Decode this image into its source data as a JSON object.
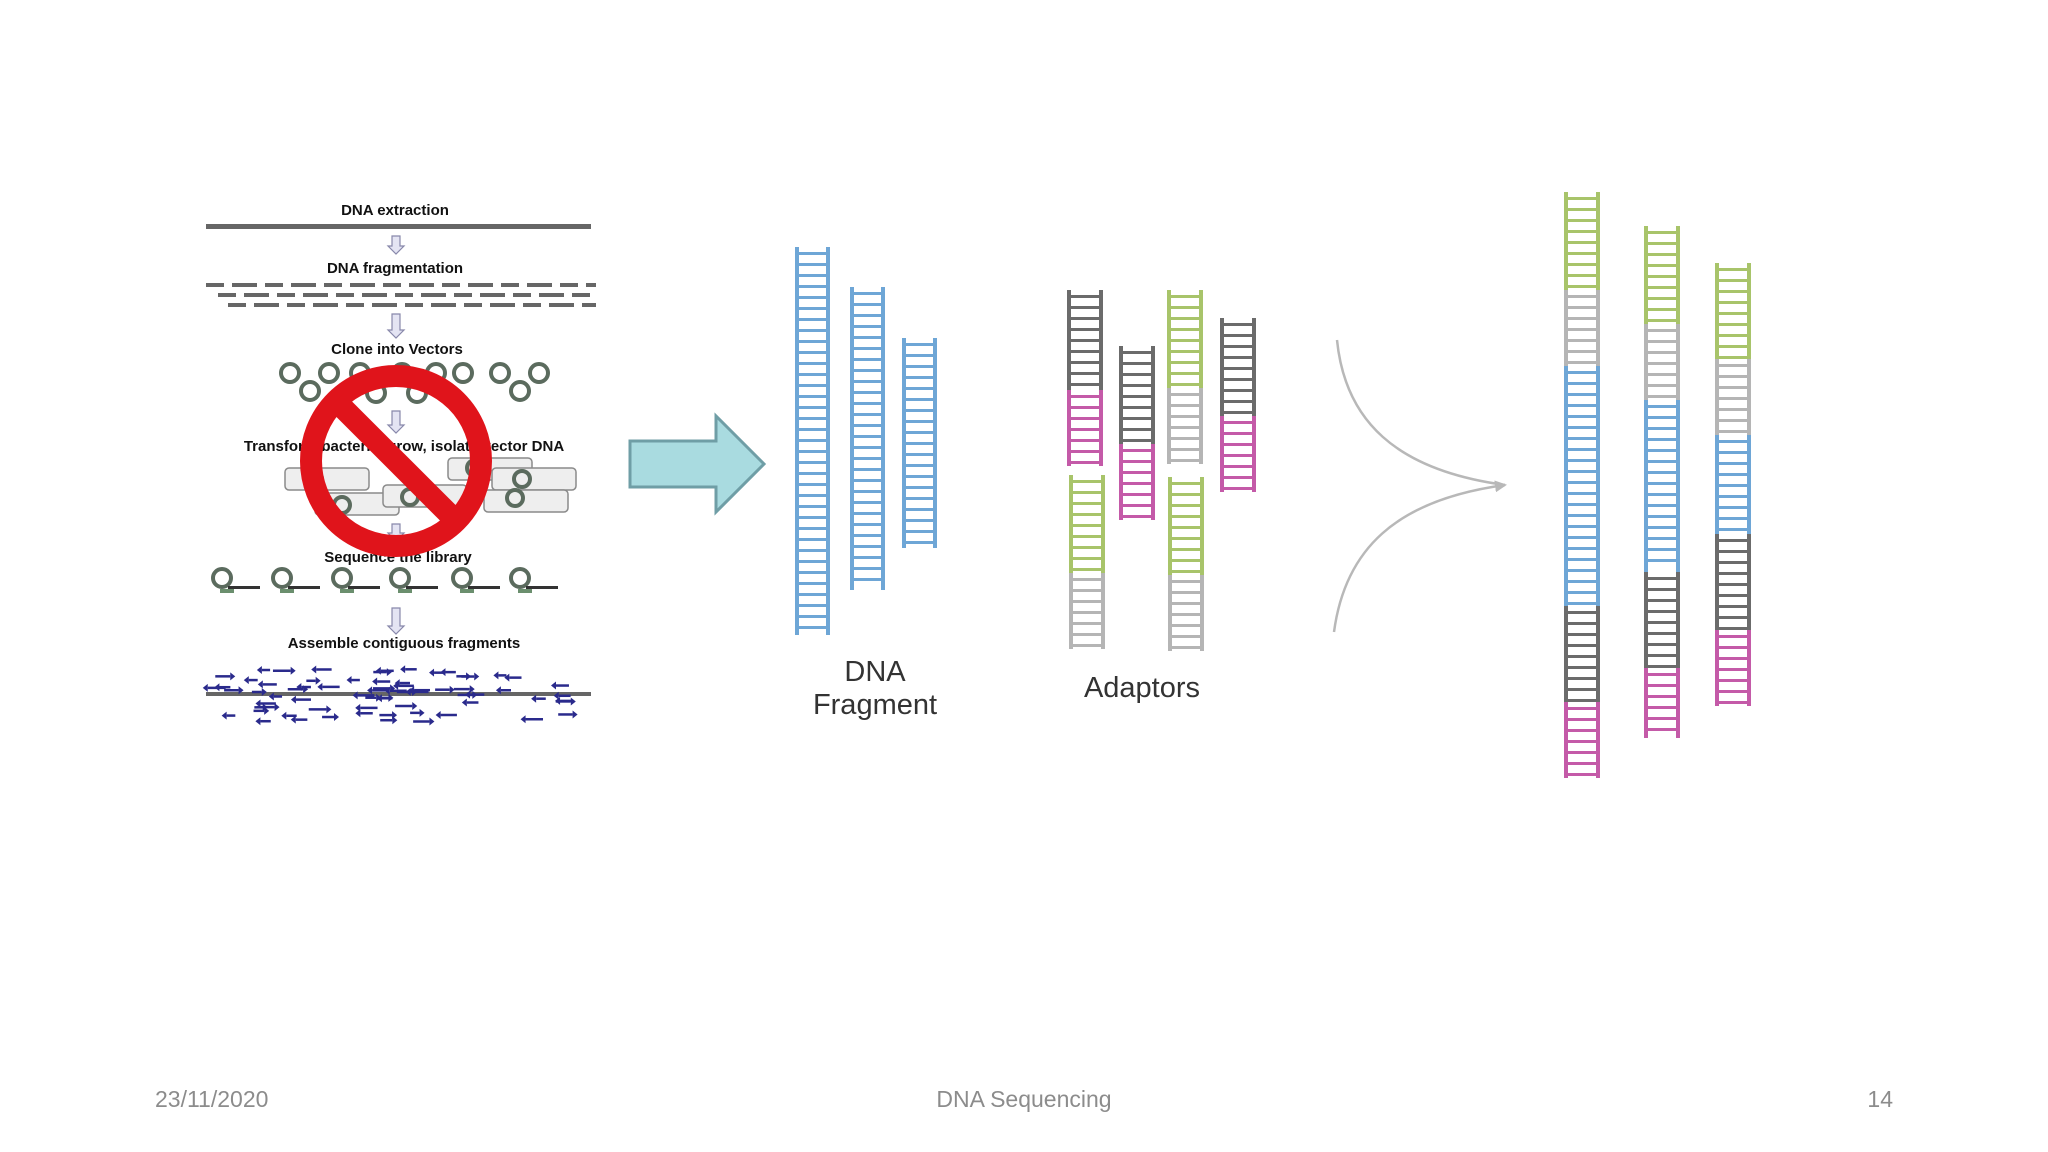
{
  "left_flowchart": {
    "steps": [
      "DNA extraction",
      "DNA fragmentation",
      "Clone into Vectors",
      "Transform bacteria, grow, isolate vector DNA",
      "Sequence the library",
      "Assemble contiguous fragments"
    ],
    "prohibition_sign_color": "#e0141b"
  },
  "labels": {
    "fragment": [
      "DNA",
      "Fragment"
    ],
    "adaptors": "Adaptors"
  },
  "colors": {
    "fragment": "#6ea6d6",
    "adaptor_green": "#a8c46a",
    "adaptor_gray": "#b5b5b5",
    "adaptor_dark": "#6b6b6b",
    "adaptor_pink": "#c45aa8",
    "block_arrow_fill": "#a9dbe0",
    "block_arrow_stroke": "#6f9ea6"
  },
  "footer": {
    "date": "23/11/2020",
    "title": "DNA Sequencing",
    "page": "14"
  }
}
